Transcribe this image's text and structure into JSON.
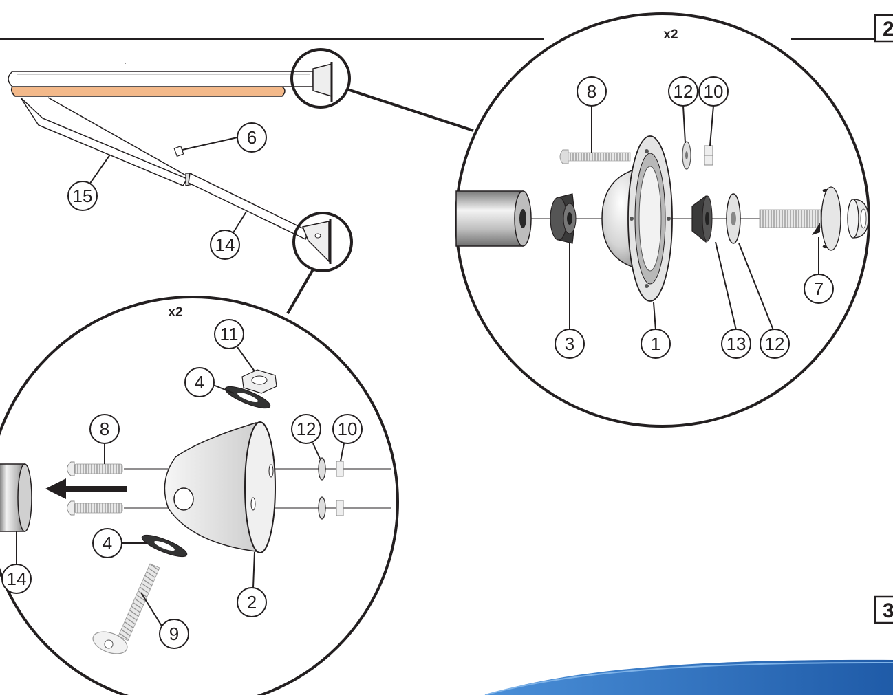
{
  "diagram": {
    "detail_top": {
      "quantity": "x2"
    },
    "detail_bottom": {
      "quantity": "x2"
    },
    "step_markers": {
      "step_a": "2",
      "step_b": "3"
    },
    "overview_callouts": {
      "c6": "6",
      "c15": "15",
      "c14": "14"
    },
    "top_callouts": {
      "c8": "8",
      "c12a": "12",
      "c10": "10",
      "c3": "3",
      "c1": "1",
      "c13": "13",
      "c12b": "12",
      "c7": "7"
    },
    "bottom_callouts": {
      "c11": "11",
      "c4a": "4",
      "c8": "8",
      "c12": "12",
      "c10": "10",
      "c4b": "4",
      "c14": "14",
      "c2": "2",
      "c9": "9"
    },
    "colors": {
      "ink": "#231f20",
      "shelf_wood": "#f3b98a",
      "brand_blue": "#1f5ba8",
      "metal_light": "#e6e6e6",
      "metal_dark": "#8a8a8a",
      "rubber": "#3a3a3a"
    }
  }
}
